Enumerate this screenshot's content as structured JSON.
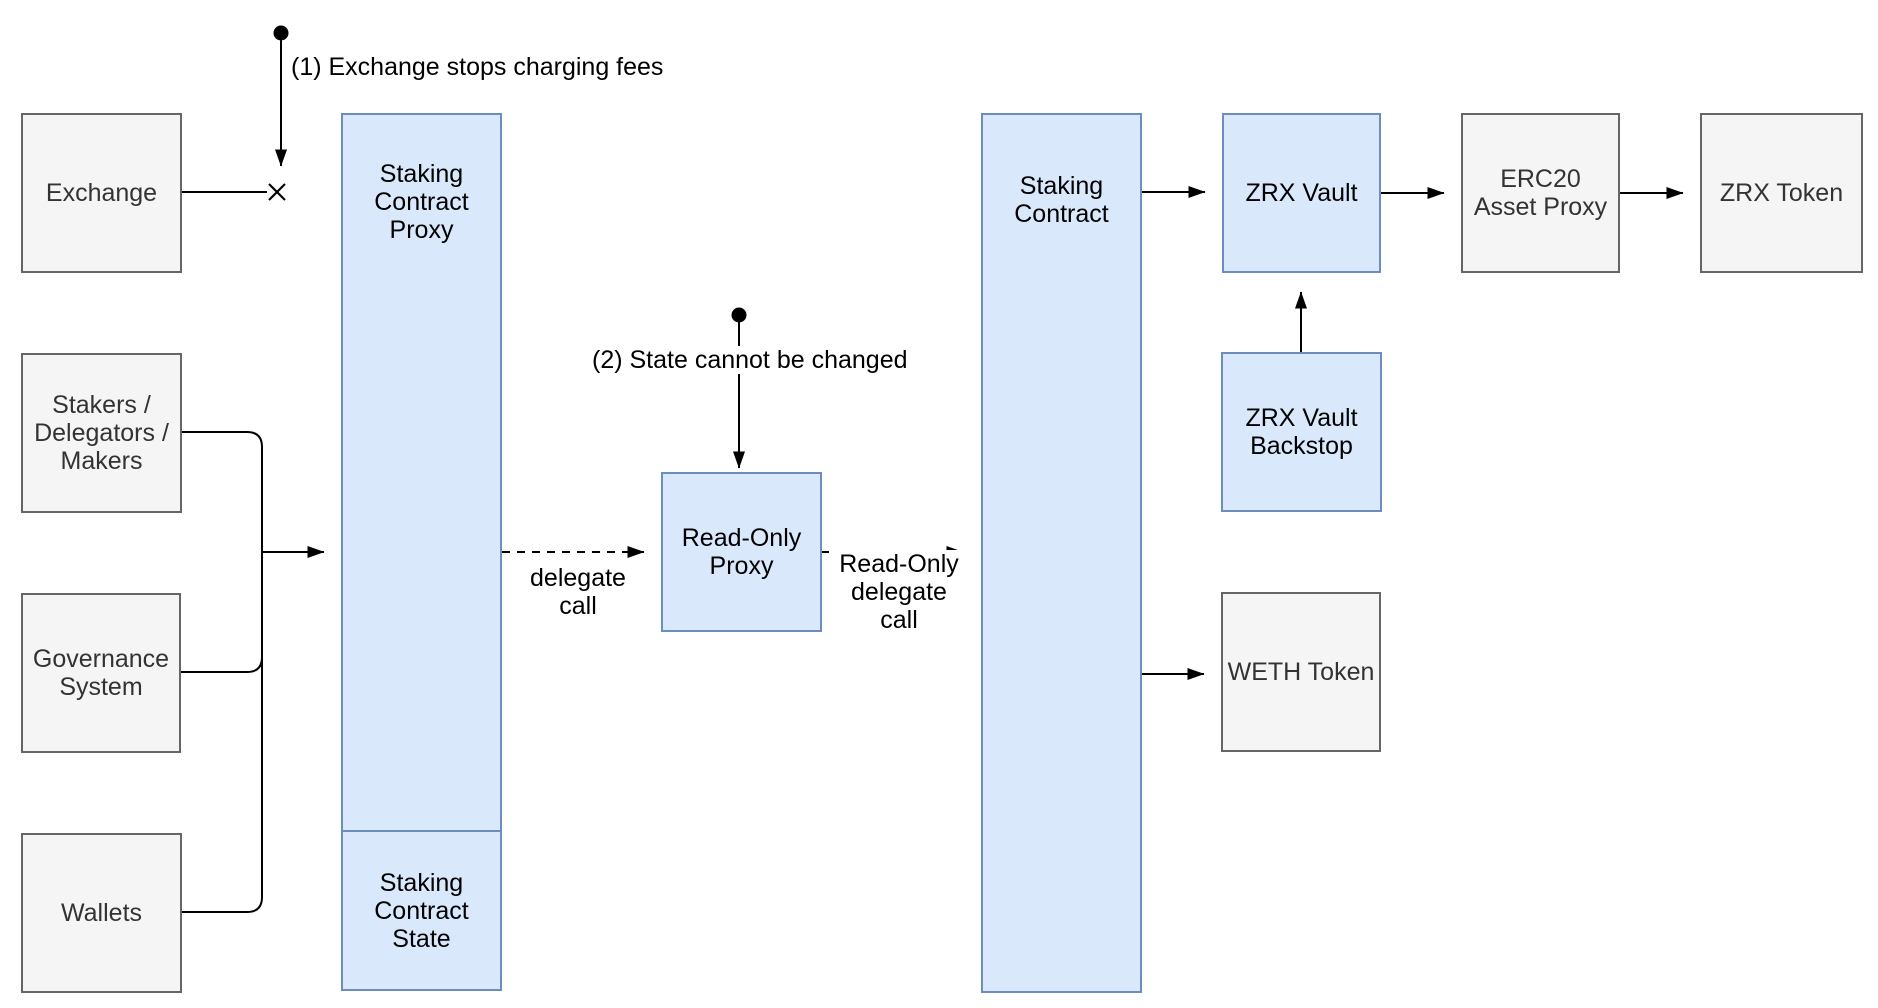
{
  "colors": {
    "node_blue_fill": "#DAE8FC",
    "node_blue_stroke": "#6C8EBF",
    "node_gray_fill": "#F5F5F5",
    "node_gray_stroke": "#666666",
    "edge_color": "#000000",
    "gray_label_color": "#333333",
    "background": "#FFFFFF"
  },
  "nodes": {
    "exchange": {
      "label": "Exchange"
    },
    "stakers": {
      "label": "Stakers /\nDelegators /\nMakers"
    },
    "governance": {
      "label": "Governance\nSystem"
    },
    "wallets": {
      "label": "Wallets"
    },
    "staking_contract_proxy": {
      "label": "Staking\nContract\nProxy"
    },
    "staking_contract_state": {
      "label": "Staking\nContract\nState"
    },
    "read_only_proxy": {
      "label": "Read-Only\nProxy"
    },
    "staking_contract": {
      "label": "Staking\nContract"
    },
    "zrx_vault": {
      "label": "ZRX Vault"
    },
    "zrx_vault_backstop": {
      "label": "ZRX Vault\nBackstop"
    },
    "weth_token": {
      "label": "WETH Token"
    },
    "erc20_asset_proxy": {
      "label": "ERC20\nAsset Proxy"
    },
    "zrx_token": {
      "label": "ZRX Token"
    }
  },
  "annotations": {
    "step1": "(1) Exchange stops charging fees",
    "step2": "(2) State cannot be changed"
  },
  "edge_labels": {
    "delegate_call": "delegate\ncall",
    "read_only_delegate_call": "Read-Only\ndelegate\ncall"
  }
}
